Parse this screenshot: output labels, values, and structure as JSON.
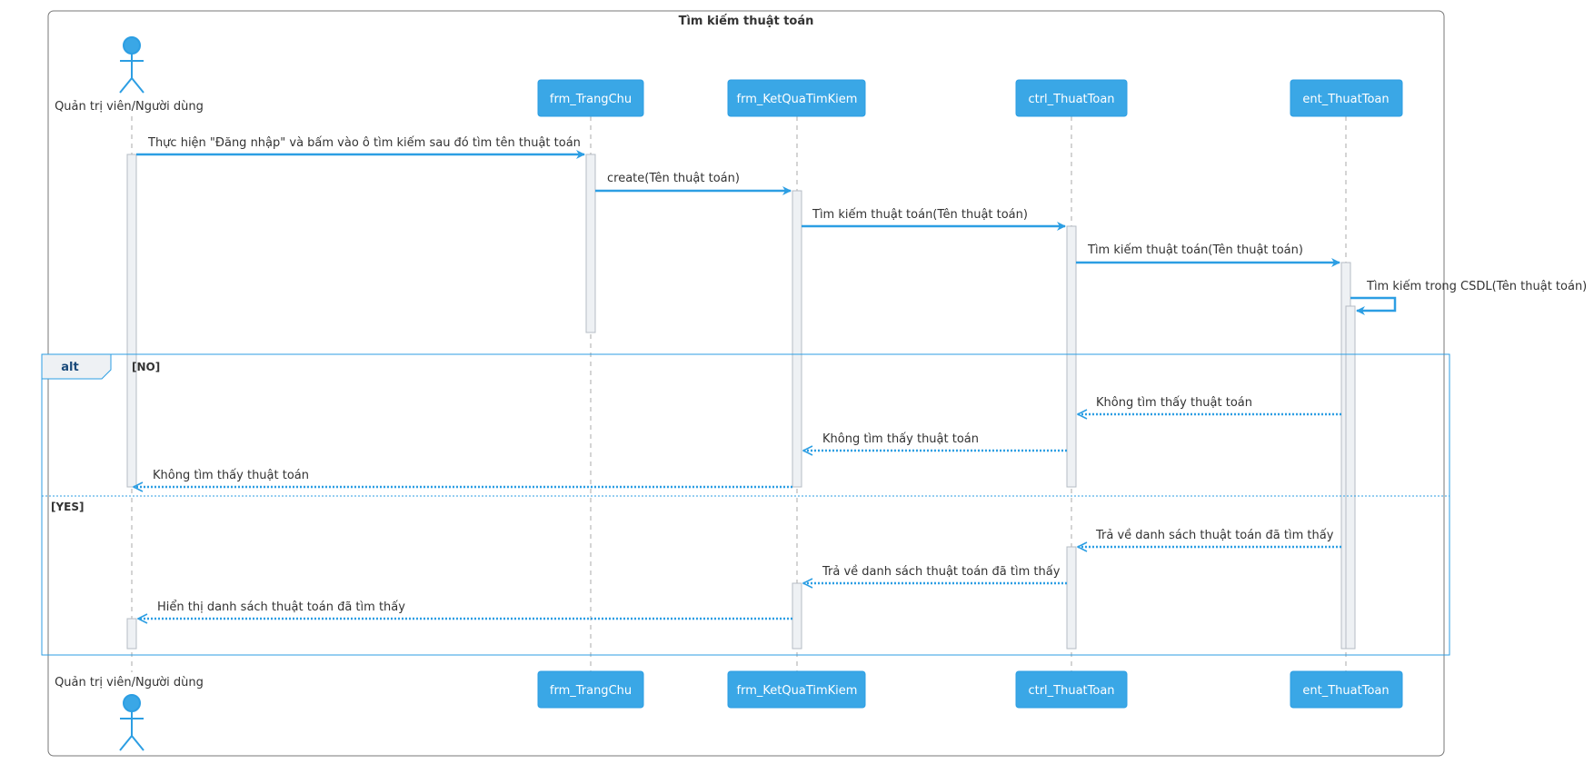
{
  "frame_title": "Tìm kiếm thuật toán",
  "actor": {
    "name": "Quản trị viên/Người dùng"
  },
  "participants": {
    "p1": "frm_TrangChu",
    "p2": "frm_KetQuaTimKiem",
    "p3": "ctrl_ThuatToan",
    "p4": "ent_ThuatToan"
  },
  "messages": {
    "m1": "Thực hiện \"Đăng nhập\" và bấm vào ô tìm kiếm sau đó tìm tên thuật toán",
    "m2": "create(Tên thuật toán)",
    "m3": "Tìm kiếm thuật toán(Tên thuật toán)",
    "m4": "Tìm kiếm thuật toán(Tên thuật toán)",
    "m5": "Tìm kiếm trong CSDL(Tên thuật toán)",
    "m6": "Không tìm thấy thuật toán",
    "m7": "Không tìm thấy thuật toán",
    "m8": "Không tìm thấy thuật toán",
    "m9": "Trả về danh sách thuật toán đã tìm thấy",
    "m10": "Trả về danh sách thuật toán đã tìm thấy",
    "m11": "Hiển thị danh sách thuật toán đã tìm thấy"
  },
  "alt": {
    "keyword": "alt",
    "guard_no": "[NO]",
    "guard_yes": "[YES]"
  },
  "colors": {
    "accent": "#2c9ee3",
    "participant_fill": "#3aa7e6",
    "activation_fill": "#eef1f4",
    "text": "#333333",
    "frame_border": "#777777"
  }
}
